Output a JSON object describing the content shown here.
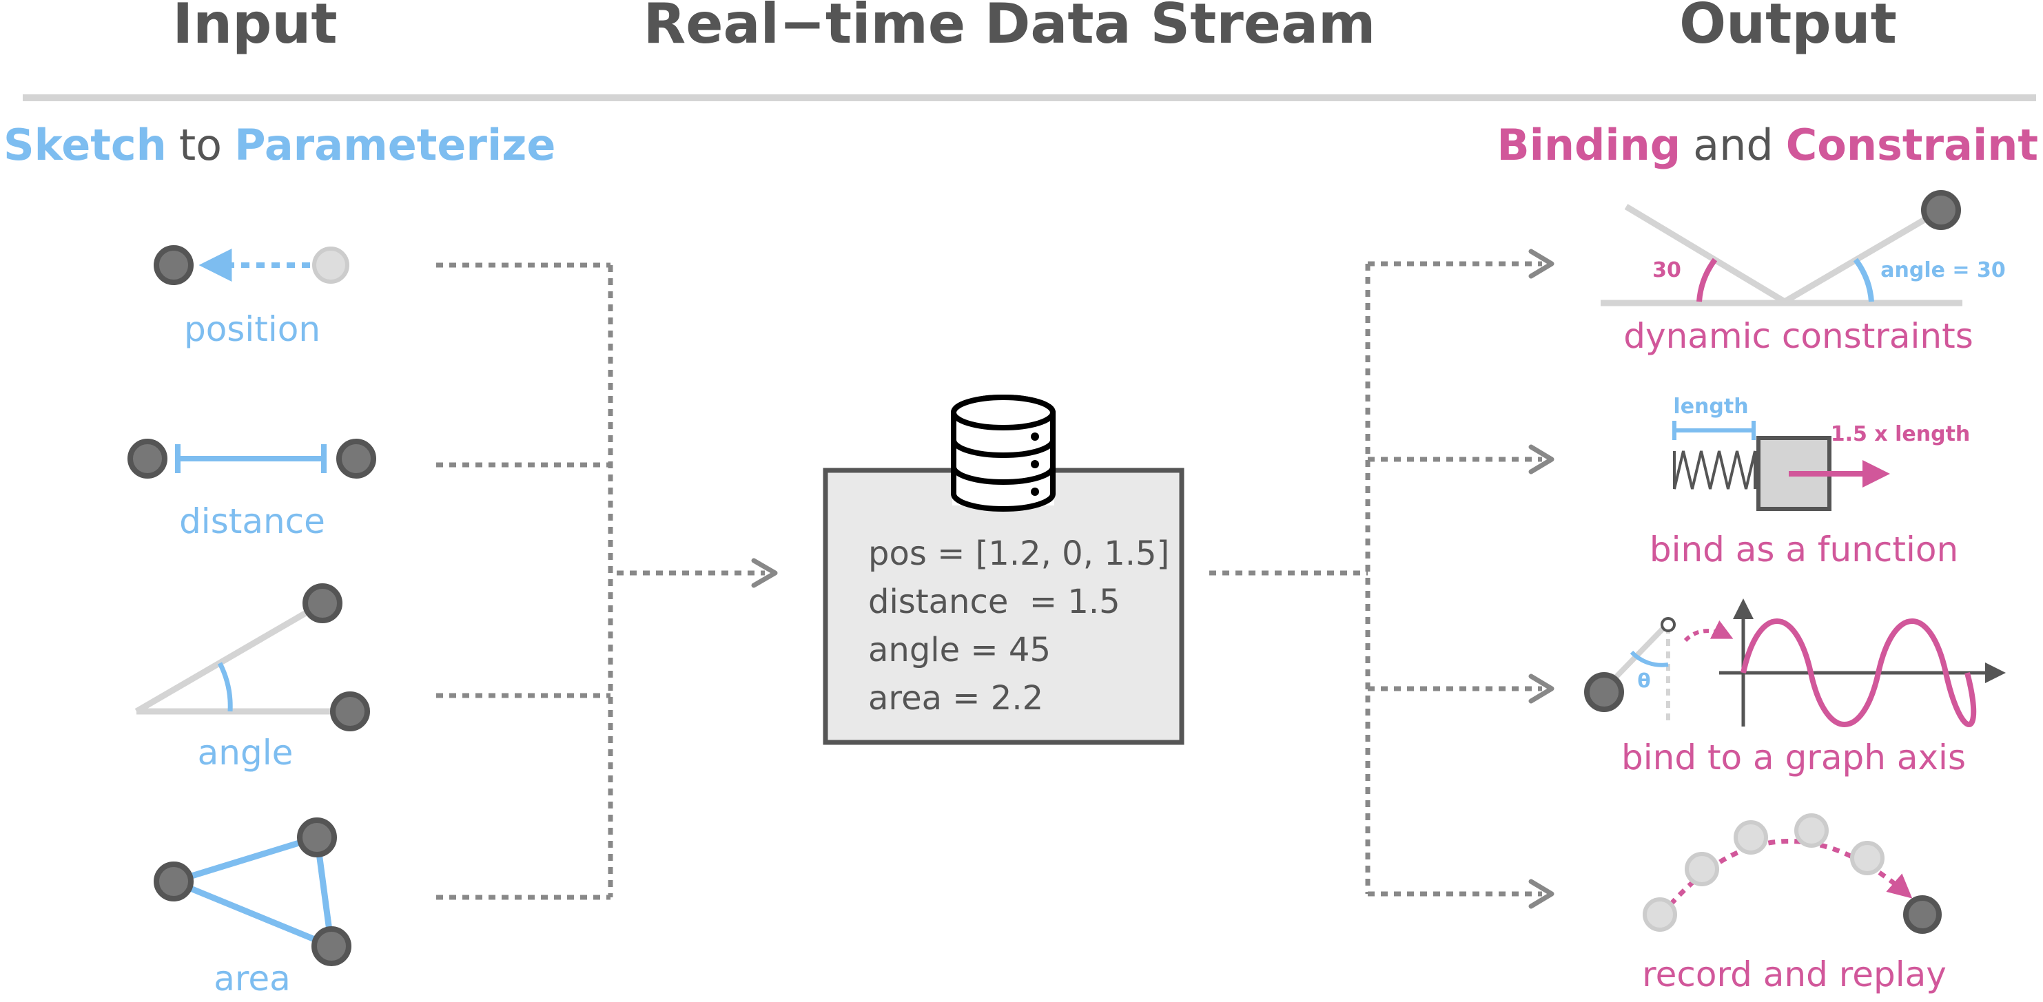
{
  "headers": {
    "input": "Input",
    "stream": "Real−time Data Stream",
    "output": "Output"
  },
  "input_subtitle": {
    "word1": "Sketch",
    "join": "to",
    "word2": "Parameterize"
  },
  "output_subtitle": {
    "word1": "Binding",
    "join": "and",
    "word2": "Constraint"
  },
  "inputs": {
    "position": "position",
    "distance": "distance",
    "angle": "angle",
    "area": "area"
  },
  "data_box": {
    "line1": "pos = [1.2, 0, 1.5]",
    "line2": "distance  = 1.5",
    "line3": "angle = 45",
    "line4": "area = 2.2"
  },
  "outputs": {
    "dynamic_constraints": "dynamic constraints",
    "constraint_left_label": "30",
    "constraint_right_label": "angle = 30",
    "bind_function": "bind as a function",
    "length_label": "length",
    "length_result": "1.5 x length",
    "bind_graph": "bind to a graph axis",
    "theta": "θ",
    "record_replay": "record and replay"
  },
  "colors": {
    "input_accent": "#7dbdf0",
    "output_accent": "#d1579a",
    "text_dark": "#555555",
    "connector": "#888888",
    "node_fill": "#777777",
    "node_stroke": "#555555",
    "light_node": "#dddddd",
    "box_fill": "#e9e9e9"
  }
}
